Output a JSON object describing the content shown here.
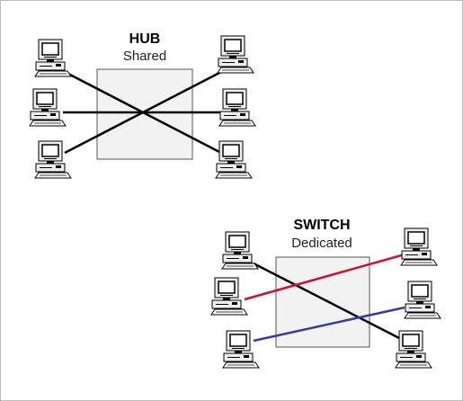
{
  "hub": {
    "title": "HUB",
    "subtitle": "Shared",
    "connection_color": "#000000"
  },
  "switch": {
    "title": "SWITCH",
    "subtitle": "Dedicated",
    "connection_colors": [
      "#000000",
      "#cc1133",
      "#3a3a99"
    ]
  },
  "colors": {
    "box_fill": "#f2f2f2",
    "box_stroke": "#555555",
    "computer_body": "#eeeeee",
    "computer_stroke": "#000000"
  },
  "icons": {
    "computer": "desktop-computer-icon"
  }
}
